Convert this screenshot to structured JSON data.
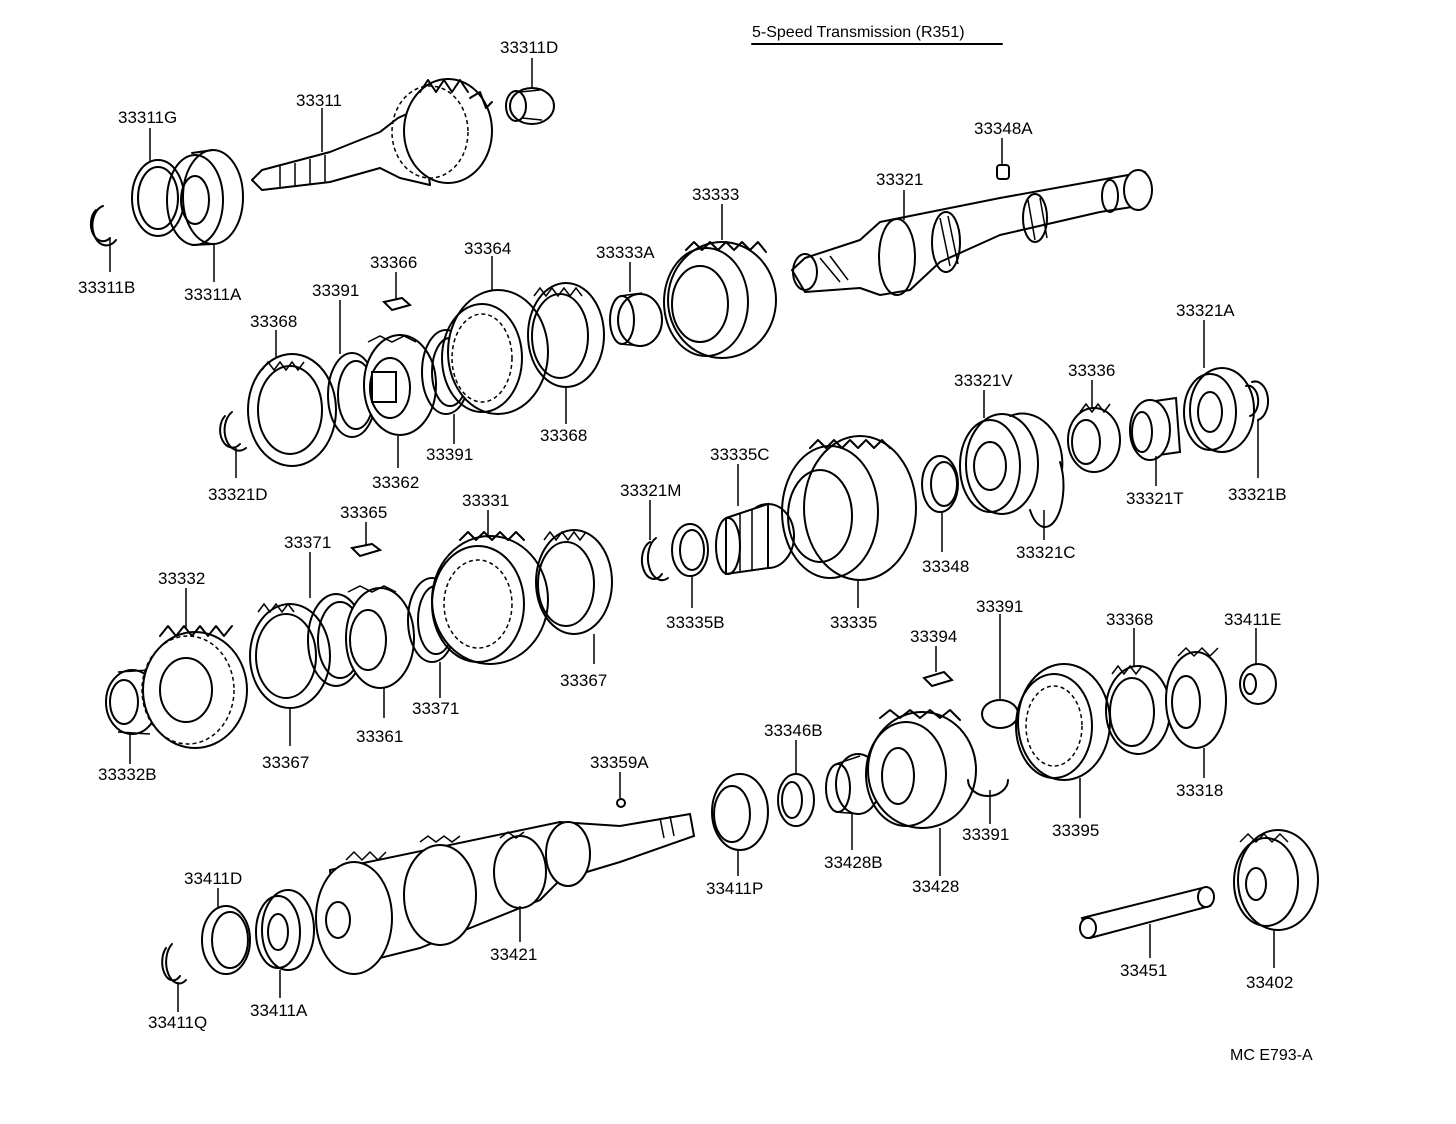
{
  "title": "5-Speed Transmission (R351)",
  "code": "MC  E793-A",
  "parts": {
    "p33311D": "33311D",
    "p33311": "33311",
    "p33311G": "33311G",
    "p33311B": "33311B",
    "p33311A": "33311A",
    "p33348A": "33348A",
    "p33321": "33321",
    "p33333": "33333",
    "p33333A": "33333A",
    "p33364": "33364",
    "p33366": "33366",
    "p33391a": "33391",
    "p33368a": "33368",
    "p33321D": "33321D",
    "p33362": "33362",
    "p33391b": "33391",
    "p33368b": "33368",
    "p33321A": "33321A",
    "p33321V": "33321V",
    "p33336": "33336",
    "p33321B": "33321B",
    "p33321T": "33321T",
    "p33335C": "33335C",
    "p33321M": "33321M",
    "p33331": "33331",
    "p33365": "33365",
    "p33371a": "33371",
    "p33332": "33332",
    "p33348": "33348",
    "p33321C": "33321C",
    "p33335B": "33335B",
    "p33335": "33335",
    "p33367a": "33367",
    "p33361": "33361",
    "p33371b": "33371",
    "p33367b": "33367",
    "p33332B": "33332B",
    "p33391c": "33391",
    "p33394": "33394",
    "p33368c": "33368",
    "p33411E": "33411E",
    "p33346B": "33346B",
    "p33359A": "33359A",
    "p33391d": "33391",
    "p33395": "33395",
    "p33318": "33318",
    "p33411D": "33411D",
    "p33421": "33421",
    "p33411P": "33411P",
    "p33428B": "33428B",
    "p33428": "33428",
    "p33411Q": "33411Q",
    "p33411A": "33411A",
    "p33451": "33451",
    "p33402": "33402"
  }
}
